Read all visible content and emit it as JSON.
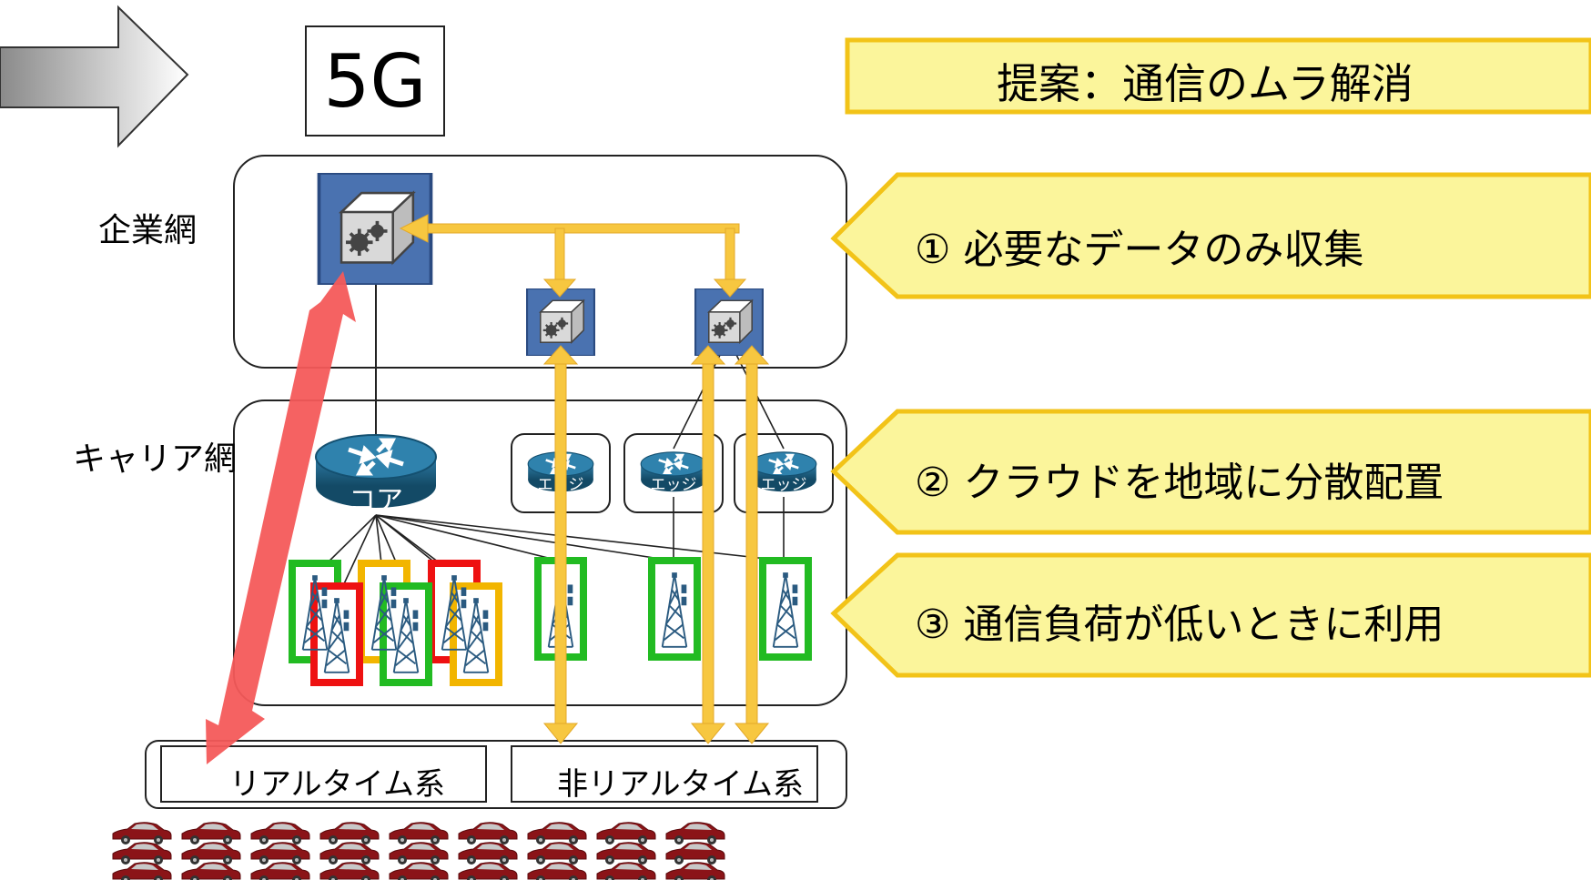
{
  "title_5g": "5G",
  "labels": {
    "enterprise_network": "企業網",
    "carrier_network": "キャリア網",
    "core": "コア",
    "edge": "エッジ"
  },
  "proposal": {
    "title": "提案：通信のムラ解消",
    "items": [
      "① 必要なデータのみ収集",
      "② クラウドを地域に分散配置",
      "③ 通信負荷が低いときに利用"
    ]
  },
  "systems": {
    "realtime": "リアルタイム系",
    "non_realtime": "非リアルタイム系"
  },
  "colors": {
    "callout_fill": "#fbf59b",
    "callout_border": "#f2c318",
    "server_box": "#4a72b0",
    "router": "#1b5f80",
    "arrow_red": "#f45a5a",
    "arrow_yellow": "#f7c740",
    "tower_green": "#22bb22",
    "tower_red": "#ee1111",
    "tower_orange": "#f2b500",
    "car": "#8b1418"
  },
  "towers": [
    "green",
    "red",
    "orange",
    "green",
    "red",
    "orange",
    "green",
    "green",
    "green"
  ],
  "car_grid": {
    "columns": 9,
    "rows": 3
  },
  "icons": [
    "block-arrow-icon",
    "server-gear-icon",
    "router-icon",
    "cell-tower-icon",
    "car-icon"
  ]
}
